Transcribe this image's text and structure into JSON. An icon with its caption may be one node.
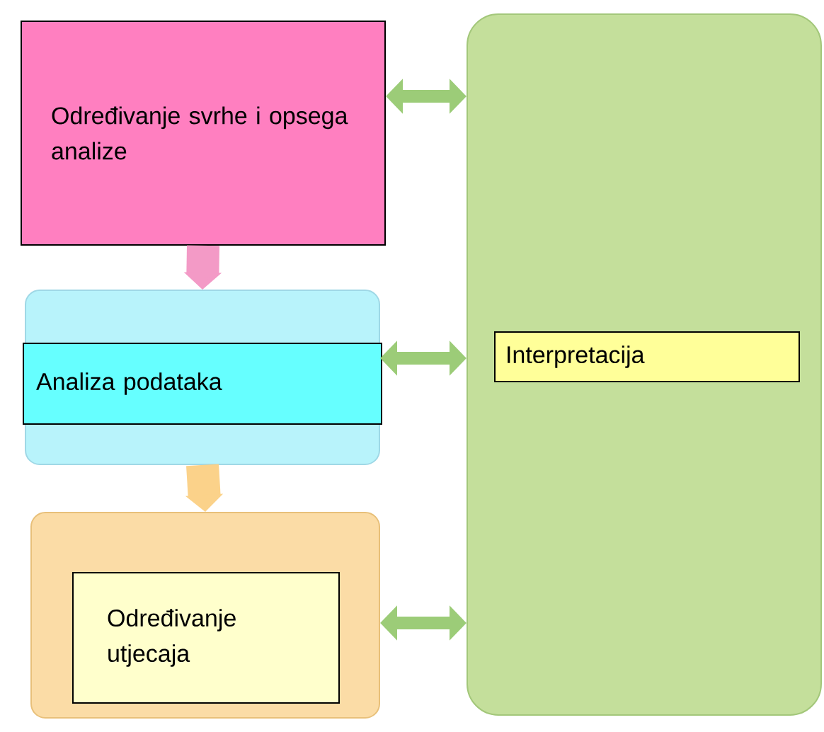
{
  "diagram": {
    "nodes": [
      {
        "text": [
          "Određivanje svrhe i opsega analize"
        ]
      },
      {
        "text": [],
        "shape": "box"
      },
      {
        "text": [
          "Analiza podataka"
        ],
        "in": 1
      },
      {
        "text": [],
        "shape": "box"
      },
      {
        "text": [
          "Određivanje utjecaja"
        ],
        "in": 3
      },
      {
        "text": [],
        "shape": "box"
      },
      {
        "text": [
          "Interpretacija"
        ],
        "in": 5
      }
    ],
    "edges": [
      {
        "from": 0,
        "to": 1,
        "arrow": "to",
        "style": "thick",
        "color": "#f39ac6"
      },
      {
        "from": 1,
        "to": 3,
        "arrow": "to",
        "style": "thick",
        "color": "#fbd28a"
      },
      {
        "from": 0,
        "to": 5,
        "arrow": "both"
      },
      {
        "from": 1,
        "to": 5,
        "arrow": "both"
      },
      {
        "from": 3,
        "to": 5,
        "arrow": "both"
      }
    ]
  }
}
